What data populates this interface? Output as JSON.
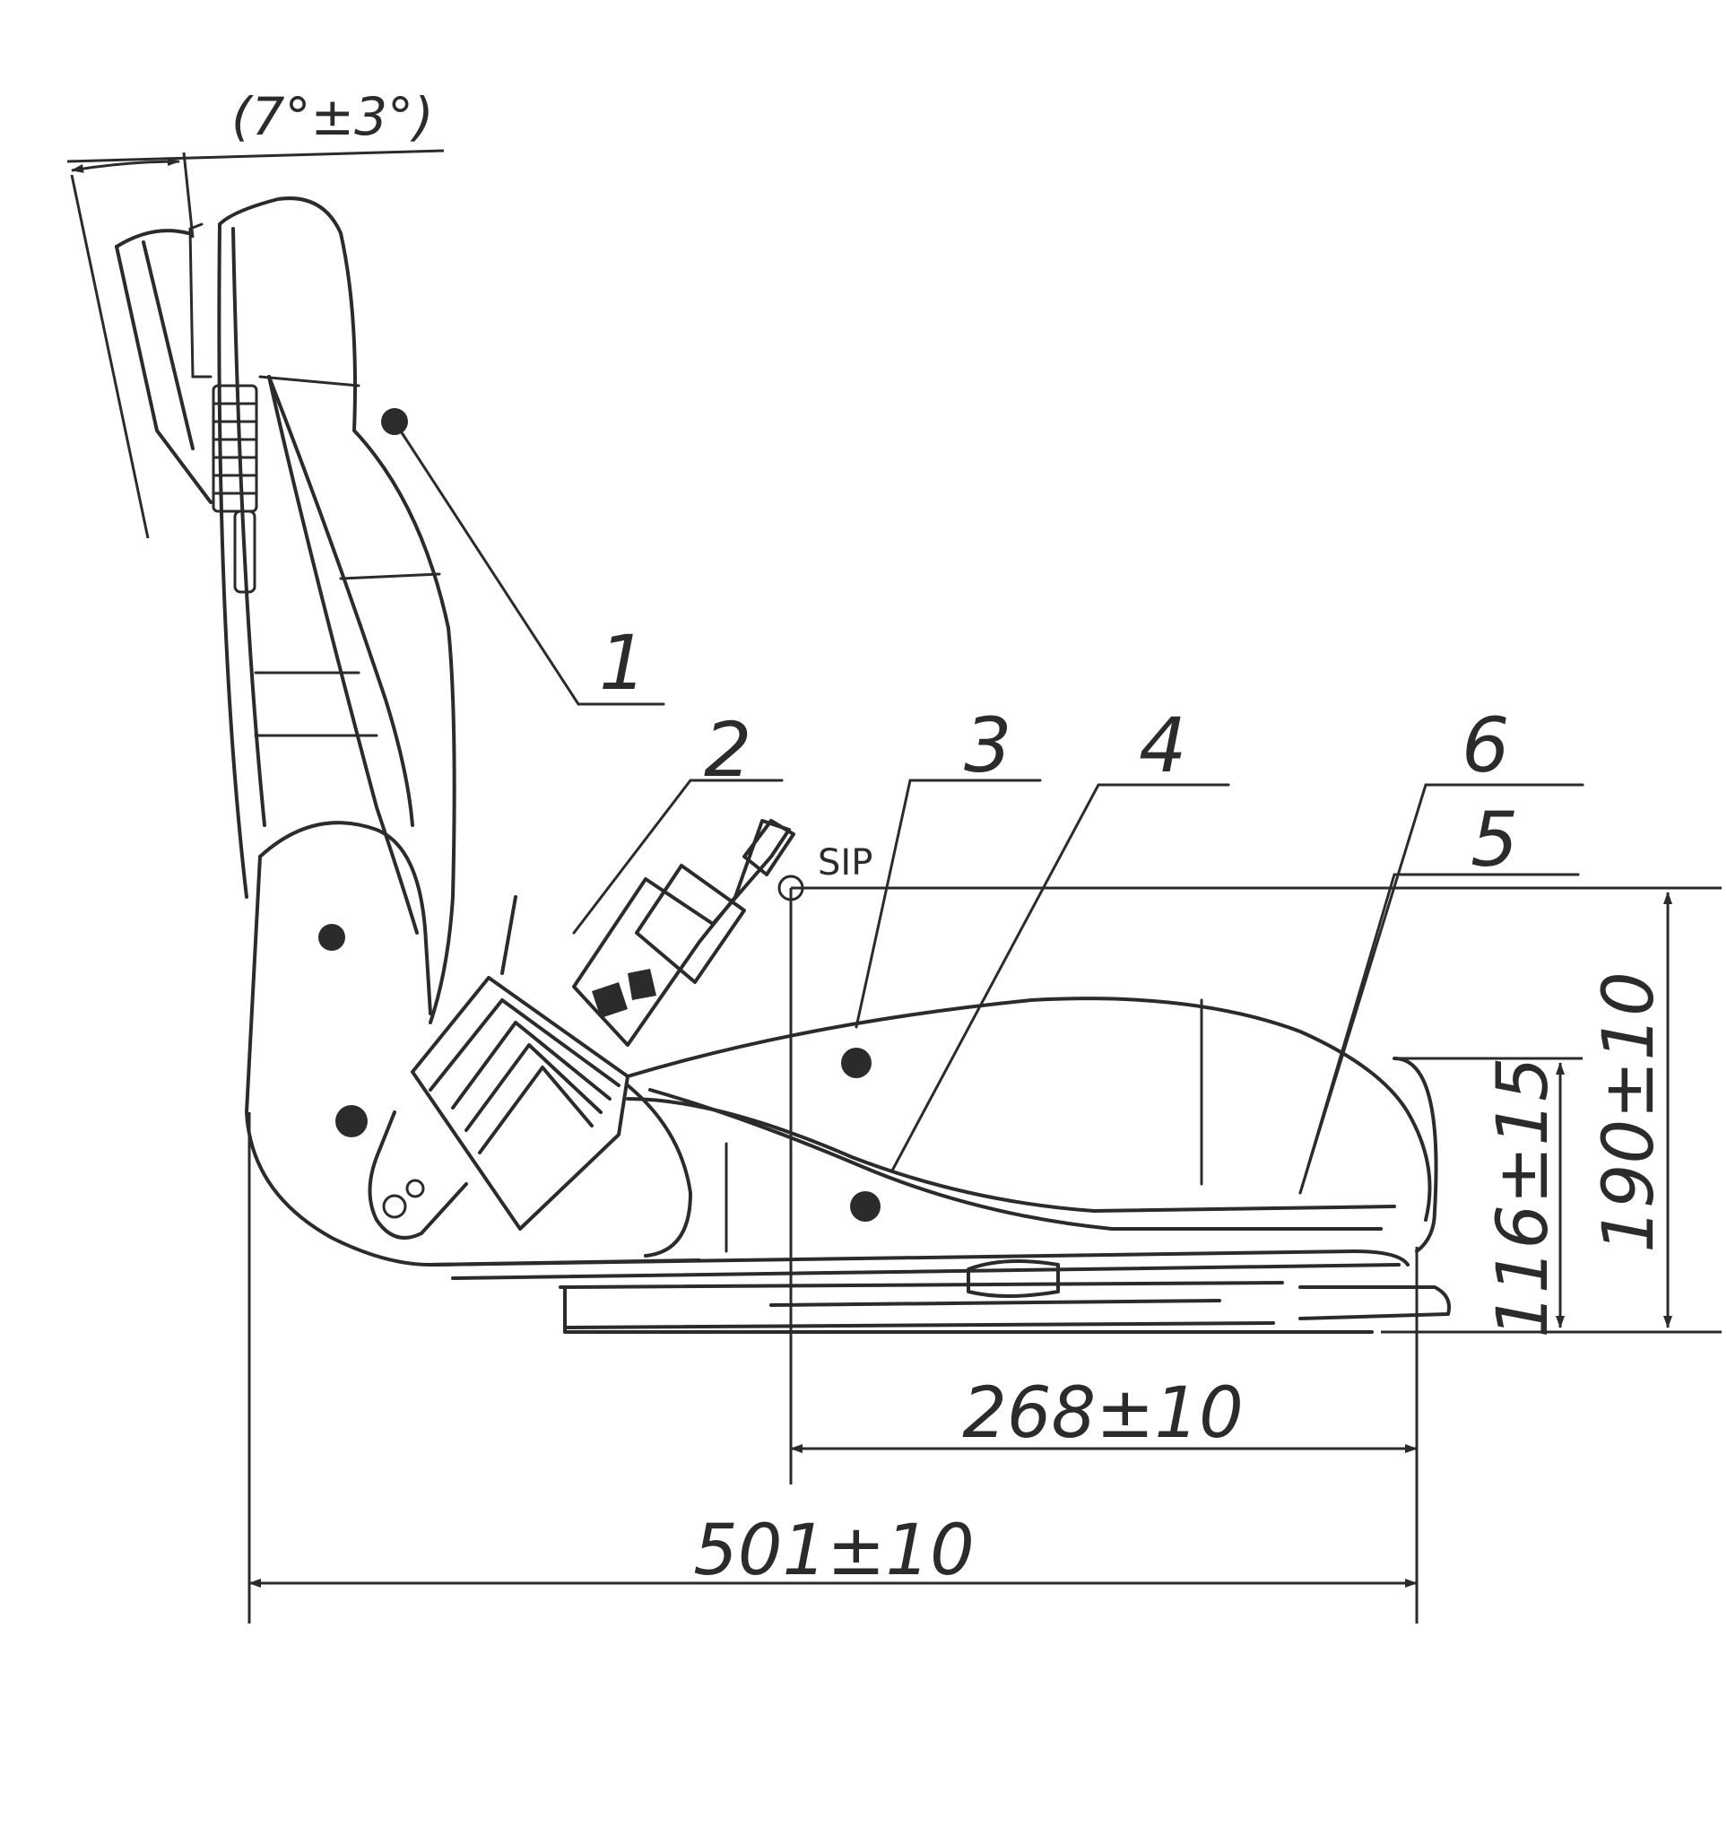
{
  "dimensions": {
    "angle": "(7°±3°)",
    "length_total": "501±10",
    "length_sip": "268±10",
    "height_sip": "190±10",
    "height_cushion": "116±15"
  },
  "labels": {
    "sip": "SIP"
  },
  "callouts": [
    "1",
    "2",
    "3",
    "4",
    "5",
    "6"
  ],
  "colors": {
    "line": "#2b2b2b",
    "background": "#ffffff"
  }
}
